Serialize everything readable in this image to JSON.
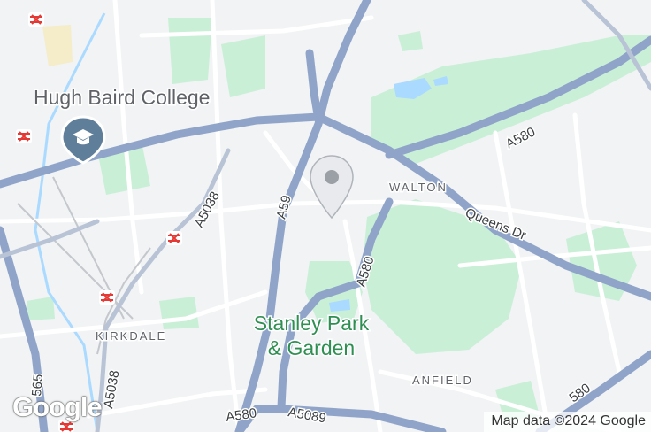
{
  "map": {
    "places": {
      "college": "Hugh Baird College",
      "walton": "WALTON",
      "kirkdale": "KIRKDALE",
      "anfield": "ANFIELD",
      "park_line1": "Stanley Park",
      "park_line2": "& Garden"
    },
    "roads": {
      "a580_ne": "A580",
      "a580_mid": "A580",
      "a580_sw": "A580",
      "a580_se": "580",
      "a5038_n": "A5038",
      "a5038_s": "A5038",
      "a59": "A59",
      "a5089": "A5089",
      "queens_dr": "Queens Dr",
      "a565": "565"
    },
    "pin_icon": "map-pin-icon",
    "college_icon": "graduation-cap-icon",
    "station_icon": "rail-station-icon",
    "colors": {
      "land": "#f1f3f4",
      "park": "#c9efd7",
      "road": "#8fa4c8",
      "road_casing": "#7d92b8",
      "water": "#aadaff",
      "label_green": "#2f8f52",
      "label_gray": "#5f6368",
      "station": "#e53935"
    }
  },
  "footer": {
    "logo": "Google",
    "attribution": "Map data ©2024 Google"
  }
}
